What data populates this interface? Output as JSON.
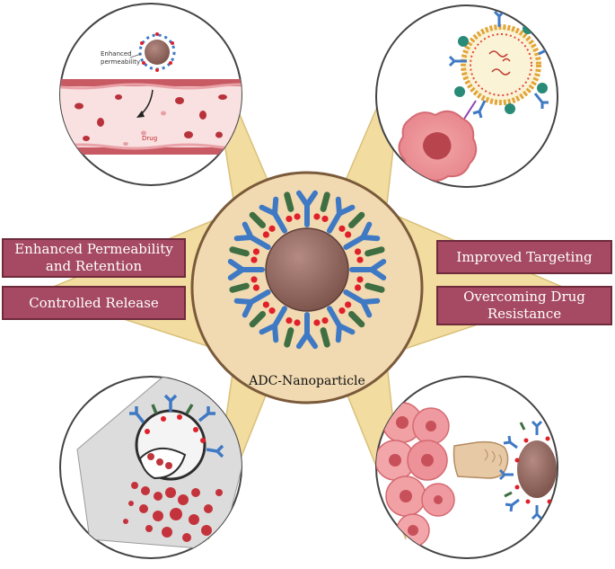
{
  "center": {
    "label": "ADC-Nanoparticle"
  },
  "labels": {
    "epr_line1": "Enhanced Permeability",
    "epr_line2": "and Retention",
    "controlled_release": "Controlled Release",
    "improved_targeting": "Improved Targeting",
    "resistance_line1": "Overcoming Drug",
    "resistance_line2": "Resistance"
  },
  "epr_panel": {
    "annotation_line1": "Enhanced",
    "annotation_line2": "permeability",
    "drug_label": "Drug"
  },
  "colors": {
    "label_fill": "#a54a62",
    "star_fill": "#f2dca0",
    "core_fill": "#9a6e66",
    "antibody_blue": "#3f79c4",
    "linker_green": "#3f6e43",
    "payload_red": "#e0202a"
  }
}
